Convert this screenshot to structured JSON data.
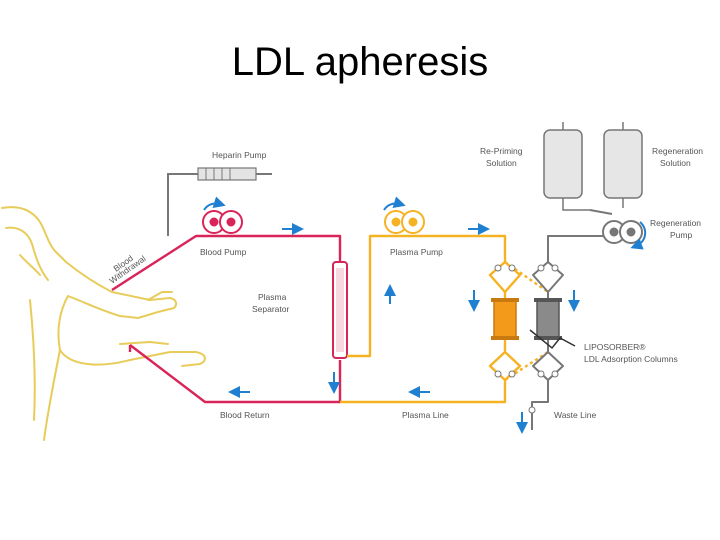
{
  "slide": {
    "title": "LDL apheresis"
  },
  "labels": {
    "heparin_pump": "Heparin Pump",
    "blood_withdrawal_1": "Blood",
    "blood_withdrawal_2": "Withdrawal",
    "blood_pump": "Blood Pump",
    "plasma_pump": "Plasma Pump",
    "plasma_separator_1": "Plasma",
    "plasma_separator_2": "Separator",
    "repriming_1": "Re-Priming",
    "repriming_2": "Solution",
    "regeneration_solution_1": "Regeneration",
    "regeneration_solution_2": "Solution",
    "regeneration_pump_1": "Regeneration",
    "regeneration_pump_2": "Pump",
    "liposorber_1": "LIPOSORBER®",
    "liposorber_2": "LDL Adsorption Columns",
    "blood_return": "Blood Return",
    "plasma_line": "Plasma Line",
    "waste_line": "Waste Line"
  },
  "colors": {
    "blood_line": "#d9245a",
    "plasma_line": "#f5b223",
    "solution_line": "#777777",
    "flow_arrow": "#1f7fd0",
    "body_outline": "#e8cc5a",
    "column_active": "#f39a1a",
    "column_idle": "#8a8a8a"
  }
}
